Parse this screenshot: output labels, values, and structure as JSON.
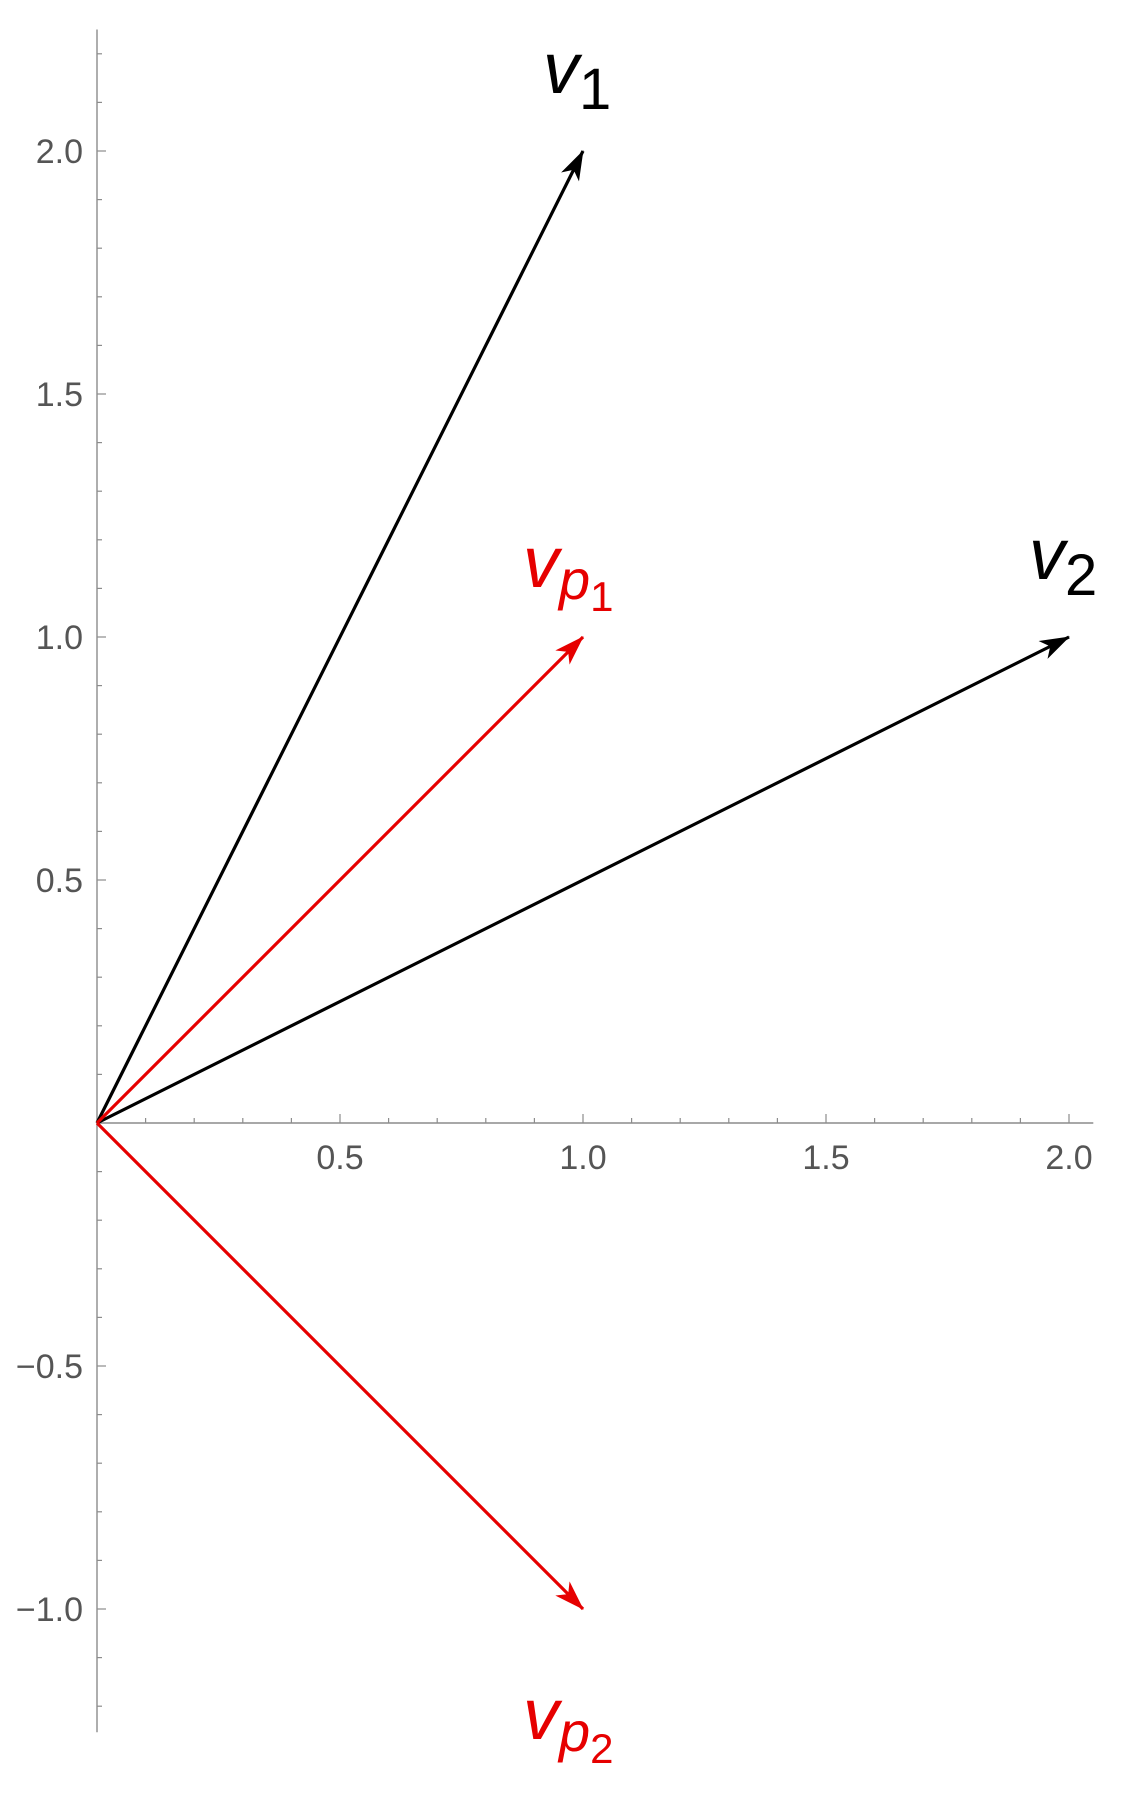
{
  "chart_data": {
    "type": "vector-plot",
    "title": "",
    "xlabel": "",
    "ylabel": "",
    "xlim": [
      0,
      2.05
    ],
    "ylim": [
      -1.2,
      2.25
    ],
    "grid": false,
    "x_ticks": [
      {
        "value": 0.5,
        "label": "0.5"
      },
      {
        "value": 1.0,
        "label": "1.0"
      },
      {
        "value": 1.5,
        "label": "1.5"
      },
      {
        "value": 2.0,
        "label": "2.0"
      }
    ],
    "y_ticks": [
      {
        "value": -1.0,
        "label": "−1.0"
      },
      {
        "value": -0.5,
        "label": "−0.5"
      },
      {
        "value": 0.5,
        "label": "0.5"
      },
      {
        "value": 1.0,
        "label": "1.0"
      },
      {
        "value": 1.5,
        "label": "1.5"
      },
      {
        "value": 2.0,
        "label": "2.0"
      }
    ],
    "vectors": [
      {
        "id": "v1",
        "label": "v",
        "subscript": "1",
        "subsubscript": "",
        "from": [
          0,
          0
        ],
        "to": [
          1,
          2
        ],
        "color": "#000000"
      },
      {
        "id": "v2",
        "label": "v",
        "subscript": "2",
        "subsubscript": "",
        "from": [
          0,
          0
        ],
        "to": [
          2,
          1
        ],
        "color": "#000000"
      },
      {
        "id": "vp1",
        "label": "v",
        "subscript": "p",
        "subsubscript": "1",
        "from": [
          0,
          0
        ],
        "to": [
          1,
          1
        ],
        "color": "#e60000"
      },
      {
        "id": "vp2",
        "label": "v",
        "subscript": "p",
        "subsubscript": "2",
        "from": [
          0,
          0
        ],
        "to": [
          1,
          -1
        ],
        "color": "#e60000"
      }
    ]
  }
}
